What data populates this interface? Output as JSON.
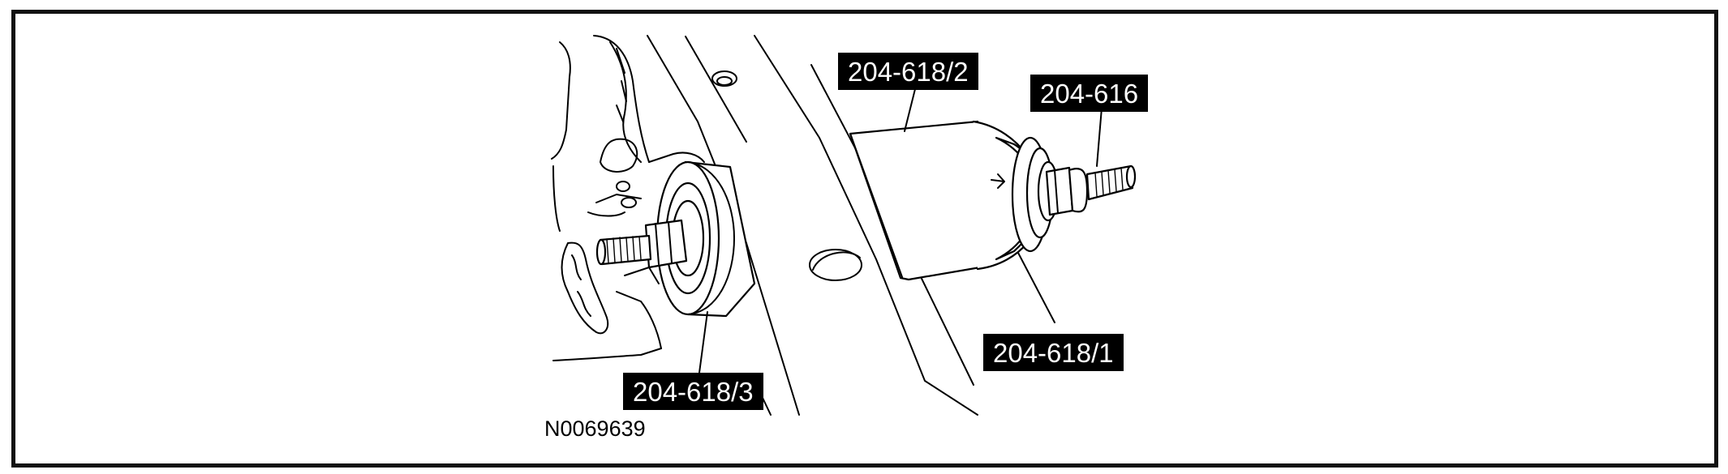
{
  "callouts": {
    "tool_2": "204-618/2",
    "tool_616": "204-616",
    "tool_1": "204-618/1",
    "tool_3": "204-618/3"
  },
  "figure_id": "N0069639",
  "colors": {
    "ink": "#000000",
    "paper": "#ffffff",
    "border": "#111111"
  }
}
